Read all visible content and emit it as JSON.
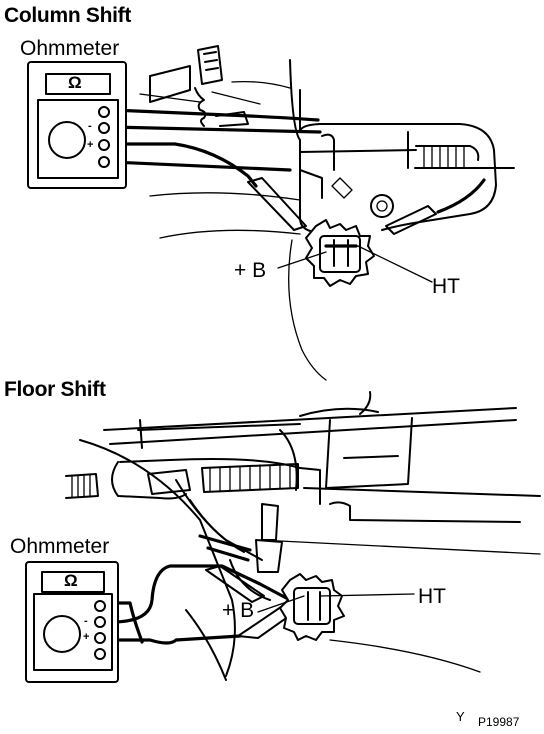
{
  "column": {
    "title": "Column Shift",
    "meter_label": "Ohmmeter",
    "meter_symbol": "Ω",
    "term_minus": "-",
    "term_plus": "+",
    "label_b": "+ B",
    "label_ht": "HT"
  },
  "floor": {
    "title": "Floor Shift",
    "meter_label": "Ohmmeter",
    "meter_symbol": "Ω",
    "term_minus": "-",
    "term_plus": "+",
    "label_b": "+ B",
    "label_ht": "HT"
  },
  "footer": {
    "mark": "Y",
    "code": "P19987"
  }
}
